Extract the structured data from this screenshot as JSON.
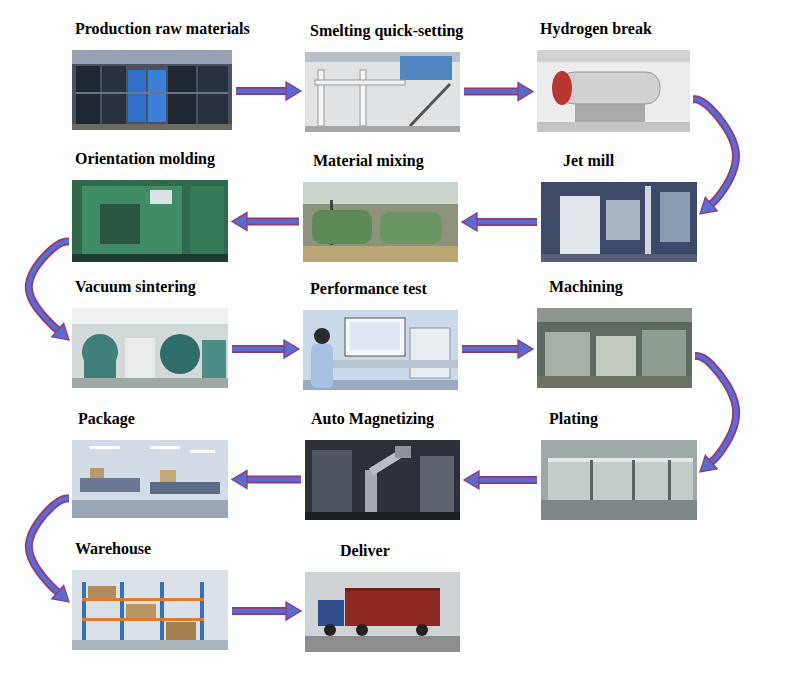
{
  "diagram": {
    "nodes": [
      {
        "text": [
          "Production raw materials"
        ]
      },
      {
        "text": [
          "Smelting quick-setting"
        ]
      },
      {
        "text": [
          "Hydrogen break"
        ]
      },
      {
        "text": [
          "Orientation molding"
        ]
      },
      {
        "text": [
          "Material mixing"
        ]
      },
      {
        "text": [
          "Jet mill"
        ]
      },
      {
        "text": [
          "Vacuum sintering"
        ]
      },
      {
        "text": [
          "Performance test"
        ]
      },
      {
        "text": [
          "Machining"
        ]
      },
      {
        "text": [
          "Package"
        ]
      },
      {
        "text": [
          "Auto Magnetizing"
        ]
      },
      {
        "text": [
          "Plating"
        ]
      },
      {
        "text": [
          "Warehouse"
        ]
      },
      {
        "text": [
          "Deliver"
        ]
      }
    ],
    "edges": [
      {
        "from": 0,
        "to": 1,
        "arrow": "to"
      },
      {
        "from": 1,
        "to": 2,
        "arrow": "to"
      },
      {
        "from": 2,
        "to": 5,
        "arrow": "to"
      },
      {
        "from": 5,
        "to": 4,
        "arrow": "to"
      },
      {
        "from": 4,
        "to": 3,
        "arrow": "to"
      },
      {
        "from": 3,
        "to": 6,
        "arrow": "to"
      },
      {
        "from": 6,
        "to": 7,
        "arrow": "to"
      },
      {
        "from": 7,
        "to": 8,
        "arrow": "to"
      },
      {
        "from": 8,
        "to": 11,
        "arrow": "to"
      },
      {
        "from": 11,
        "to": 10,
        "arrow": "to"
      },
      {
        "from": 10,
        "to": 9,
        "arrow": "to"
      },
      {
        "from": 9,
        "to": 12,
        "arrow": "to"
      },
      {
        "from": 12,
        "to": 13,
        "arrow": "to"
      }
    ]
  }
}
